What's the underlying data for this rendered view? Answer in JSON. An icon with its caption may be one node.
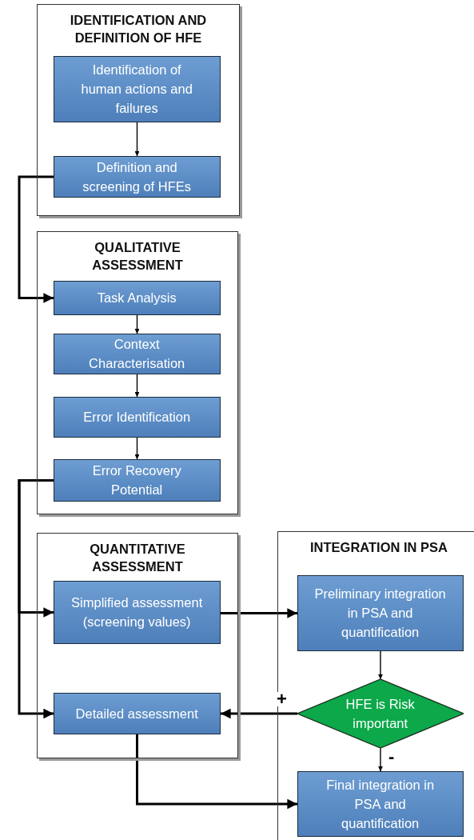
{
  "diagram": {
    "nodes": [
      {
        "text": [
          "IDENTIFICATION AND DEFINITION OF HFE"
        ]
      },
      {
        "text": [
          "Identification of human actions and failures"
        ],
        "in": 0
      },
      {
        "text": [
          "Definition and screening of HFEs"
        ],
        "in": 0
      },
      {
        "text": [
          "QUALITATIVE ASSESSMENT"
        ]
      },
      {
        "text": [
          "Task Analysis"
        ],
        "in": 3
      },
      {
        "text": [
          "Context Characterisation"
        ],
        "in": 3
      },
      {
        "text": [
          "Error Identification"
        ],
        "in": 3
      },
      {
        "text": [
          "Error Recovery Potential"
        ],
        "in": 3
      },
      {
        "text": [
          "QUANTITATIVE ASSESSMENT"
        ]
      },
      {
        "text": [
          "Simplified assessment (screening values)"
        ],
        "in": 8
      },
      {
        "text": [
          "Detailed assessment"
        ],
        "in": 8
      },
      {
        "text": [
          "INTEGRATION IN PSA"
        ]
      },
      {
        "text": [
          "Preliminary integration in PSA and quantification"
        ],
        "in": 11
      },
      {
        "text": [
          "HFE is Risk important"
        ],
        "in": 11
      },
      {
        "text": [
          "Final integration in PSA and quantification"
        ],
        "in": 11
      }
    ],
    "edges": [
      {
        "from": 1,
        "to": 2,
        "arrow": "to"
      },
      {
        "from": 2,
        "to": 4,
        "arrow": "to",
        "style": "thick"
      },
      {
        "from": 4,
        "to": 5,
        "arrow": "to"
      },
      {
        "from": 5,
        "to": 6,
        "arrow": "to"
      },
      {
        "from": 6,
        "to": 7,
        "arrow": "to"
      },
      {
        "from": 7,
        "to": 9,
        "arrow": "to",
        "style": "thick"
      },
      {
        "from": 7,
        "to": 10,
        "arrow": "to",
        "style": "thick"
      },
      {
        "from": 9,
        "to": 12,
        "arrow": "to",
        "style": "thick"
      },
      {
        "from": 12,
        "to": 13,
        "arrow": "to"
      },
      {
        "from": 13,
        "to": 10,
        "arrow": "to",
        "style": "thick",
        "label": "+"
      },
      {
        "from": 13,
        "to": 14,
        "arrow": "to",
        "label": "-"
      },
      {
        "from": 10,
        "to": 14,
        "arrow": "to",
        "style": "thick"
      }
    ]
  }
}
